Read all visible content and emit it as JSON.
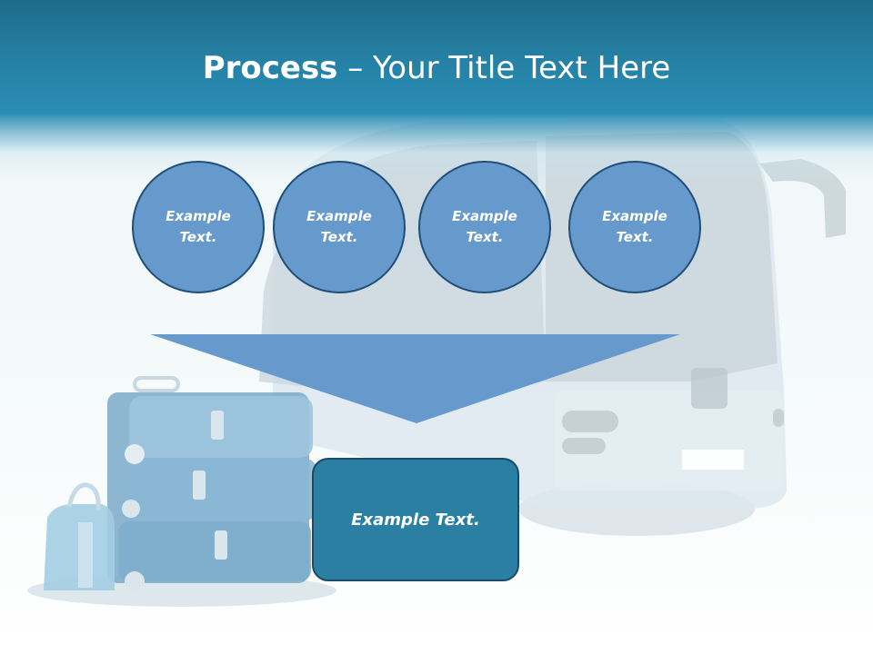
{
  "slide": {
    "title_bold": "Process",
    "title_rest": " – Your Title Text Here"
  },
  "circles": [
    {
      "line1": "Example",
      "line2": "Text."
    },
    {
      "line1": "Example",
      "line2": "Text."
    },
    {
      "line1": "Example",
      "line2": "Text."
    },
    {
      "line1": "Example",
      "line2": "Text."
    }
  ],
  "result_box": {
    "label": "Example Text."
  },
  "colors": {
    "header": "#2582a6",
    "circle_fill": "#6699cc",
    "circle_border": "#1f4e79",
    "arrow_fill": "#6699cc",
    "box_fill": "#2b7fa3",
    "box_border": "#1a4a66"
  }
}
